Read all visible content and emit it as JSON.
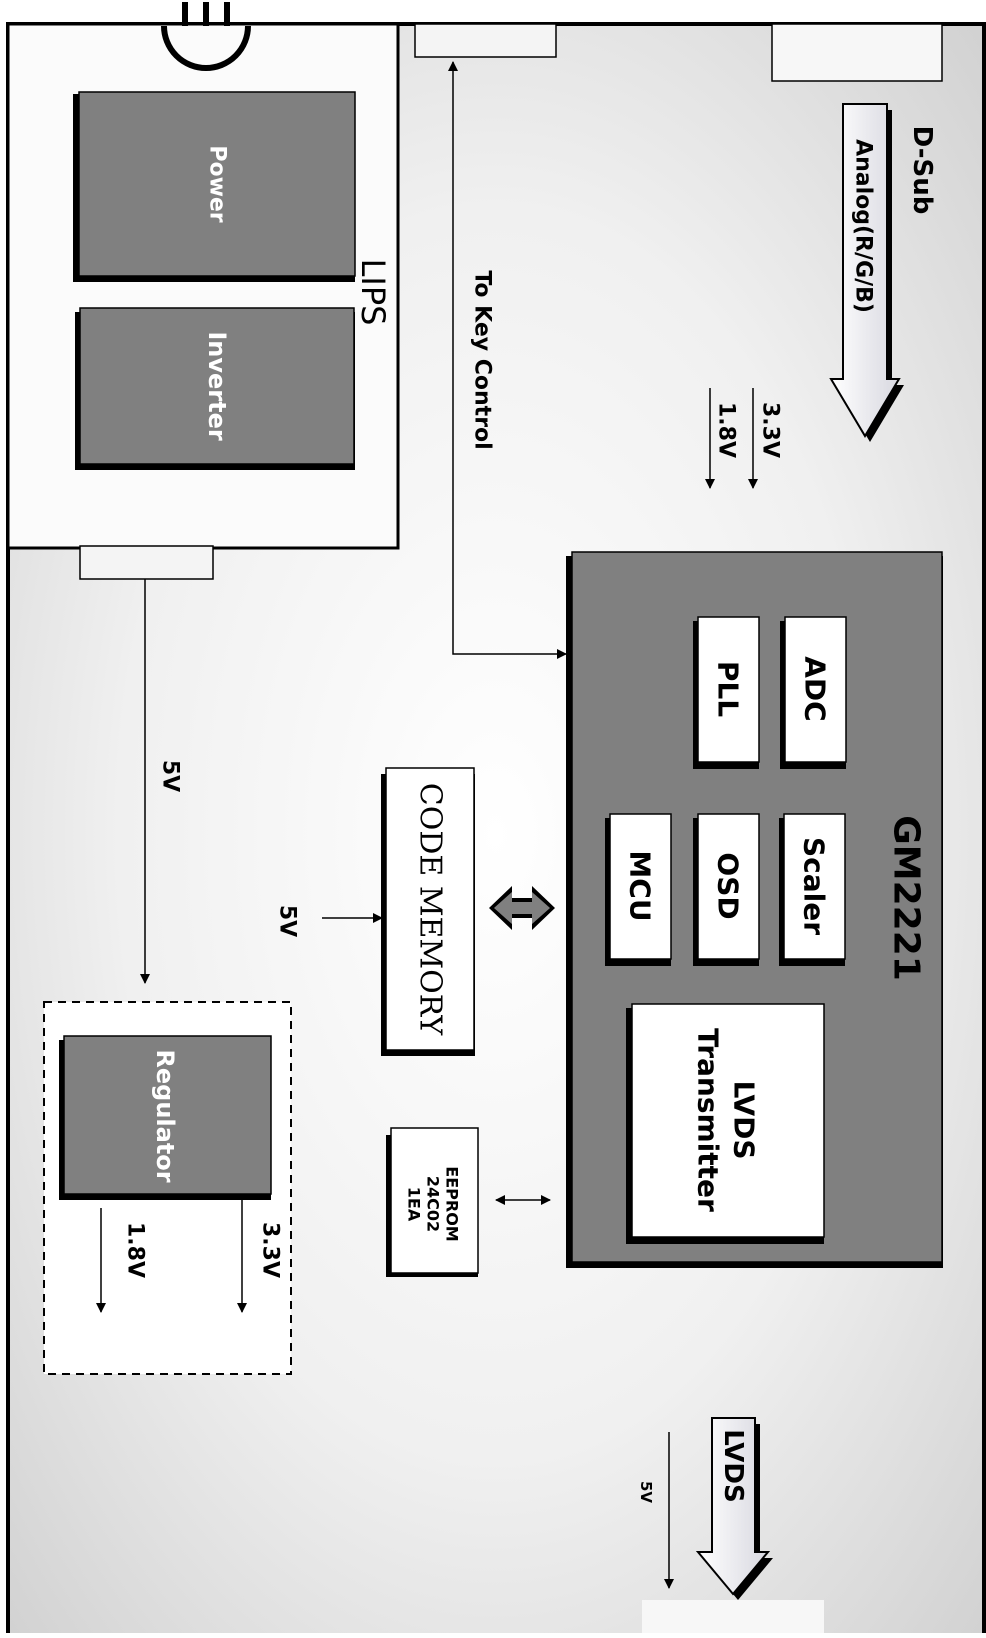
{
  "diagram": {
    "lips_label": "LIPS",
    "power_label": "Power",
    "inverter_label": "Inverter",
    "key_control_label": "To Key Control",
    "dsub_label": "D-Sub",
    "analog_label": "Analog(R/G/B)",
    "v33_top": "3.3V",
    "v18_top": "1.8V",
    "gm_label": "GM2221",
    "adc_label": "ADC",
    "pll_label": "PLL",
    "scaler_label": "Scaler",
    "osd_label": "OSD",
    "mcu_label": "MCU",
    "lvds_tx_line1": "LVDS",
    "lvds_tx_line2": "Transmitter",
    "code_memory_label": "CODE MEMORY",
    "code_5v": "5V",
    "eeprom_line1": "EEPROM",
    "eeprom_line2": "24C02",
    "eeprom_line3": "1EA",
    "lips_5v": "5V",
    "regulator_label": "Regulator",
    "reg_18v": "1.8V",
    "reg_33v": "3.3V",
    "lvds_out_label": "LVDS",
    "lvds_5v": "5V"
  },
  "colors": {
    "board_edge": "#d4d4d4",
    "board_center": "#ffffff",
    "block_dark": "#808080",
    "stroke": "#000000"
  }
}
